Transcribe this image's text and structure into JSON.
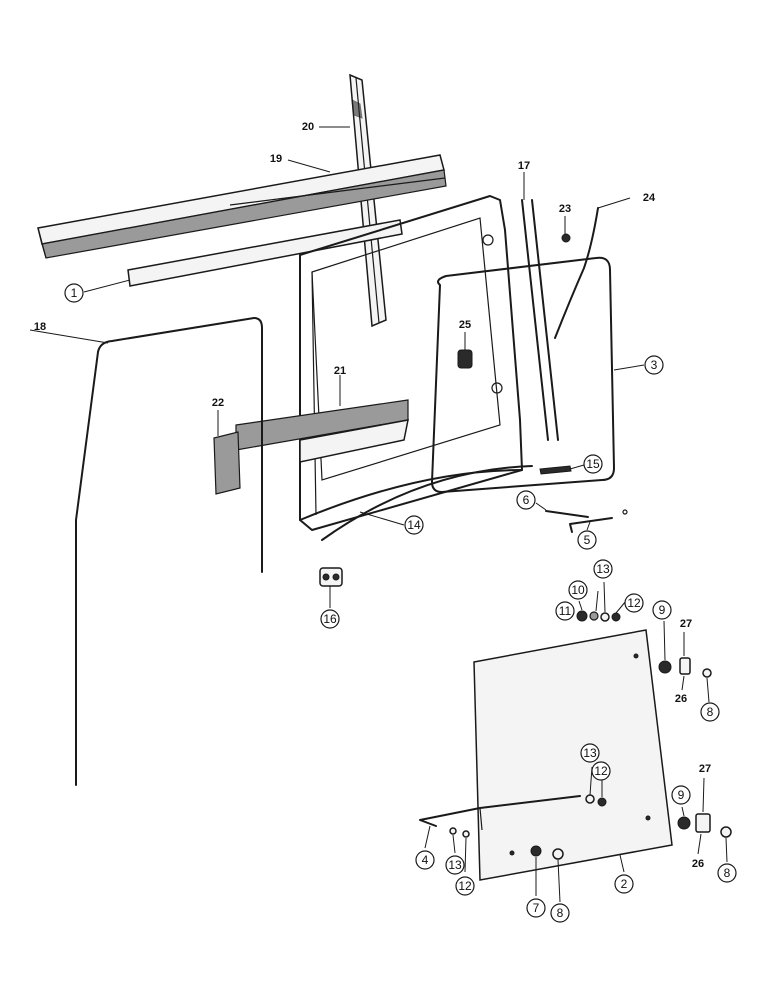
{
  "callouts": [
    {
      "id": "c1",
      "label": "1"
    },
    {
      "id": "c2",
      "label": "2"
    },
    {
      "id": "c3",
      "label": "3"
    },
    {
      "id": "c4",
      "label": "4"
    },
    {
      "id": "c5",
      "label": "5"
    },
    {
      "id": "c6",
      "label": "6"
    },
    {
      "id": "c7",
      "label": "7"
    },
    {
      "id": "c8a",
      "label": "8"
    },
    {
      "id": "c8b",
      "label": "8"
    },
    {
      "id": "c8c",
      "label": "8"
    },
    {
      "id": "c9a",
      "label": "9"
    },
    {
      "id": "c9b",
      "label": "9"
    },
    {
      "id": "c10",
      "label": "10"
    },
    {
      "id": "c11",
      "label": "11"
    },
    {
      "id": "c12a",
      "label": "12"
    },
    {
      "id": "c12b",
      "label": "12"
    },
    {
      "id": "c12c",
      "label": "12"
    },
    {
      "id": "c13a",
      "label": "13"
    },
    {
      "id": "c13b",
      "label": "13"
    },
    {
      "id": "c13c",
      "label": "13"
    },
    {
      "id": "c14",
      "label": "14"
    },
    {
      "id": "c15",
      "label": "15"
    },
    {
      "id": "c16",
      "label": "16"
    },
    {
      "id": "c17",
      "label": "17"
    },
    {
      "id": "c18",
      "label": "18"
    },
    {
      "id": "c19",
      "label": "19"
    },
    {
      "id": "c20",
      "label": "20"
    },
    {
      "id": "c21",
      "label": "21"
    },
    {
      "id": "c22",
      "label": "22"
    },
    {
      "id": "c23",
      "label": "23"
    },
    {
      "id": "c24",
      "label": "24"
    },
    {
      "id": "c25",
      "label": "25"
    },
    {
      "id": "c26a",
      "label": "26"
    },
    {
      "id": "c26b",
      "label": "26"
    },
    {
      "id": "c27a",
      "label": "27"
    },
    {
      "id": "c27b",
      "label": "27"
    }
  ]
}
